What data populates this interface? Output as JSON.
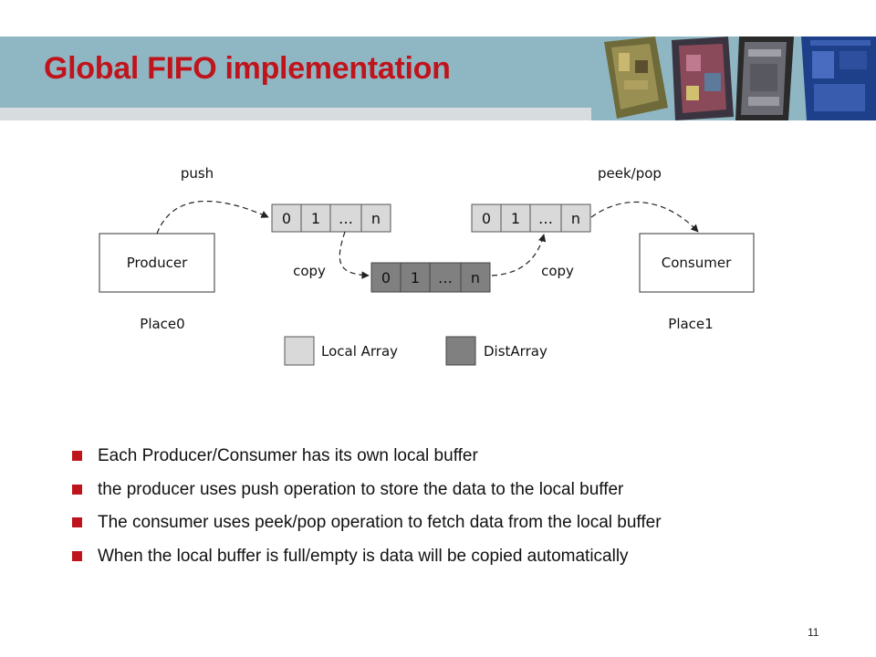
{
  "slide": {
    "title": "Global FIFO implementation",
    "page_number": "11"
  },
  "colors": {
    "title": "#c0141c",
    "banner": "#8fb7c3",
    "local_array": "#d9d9d9",
    "dist_array": "#808080",
    "bullet_marker": "#c0141c"
  },
  "diagram": {
    "producer": {
      "label": "Producer",
      "place": "Place0"
    },
    "consumer": {
      "label": "Consumer",
      "place": "Place1"
    },
    "push_label": "push",
    "peek_pop_label": "peek/pop",
    "copy_left_label": "copy",
    "copy_right_label": "copy",
    "array_cells": [
      "0",
      "1",
      "…",
      "n"
    ],
    "legend": {
      "local": "Local Array",
      "dist": "DistArray"
    }
  },
  "bullets": [
    "Each Producer/Consumer has its own local buffer",
    "the producer uses push operation to store the data to the local buffer",
    "The consumer uses peek/pop operation to fetch data from the local buffer",
    "When the local buffer is full/empty is data will be copied automatically"
  ]
}
